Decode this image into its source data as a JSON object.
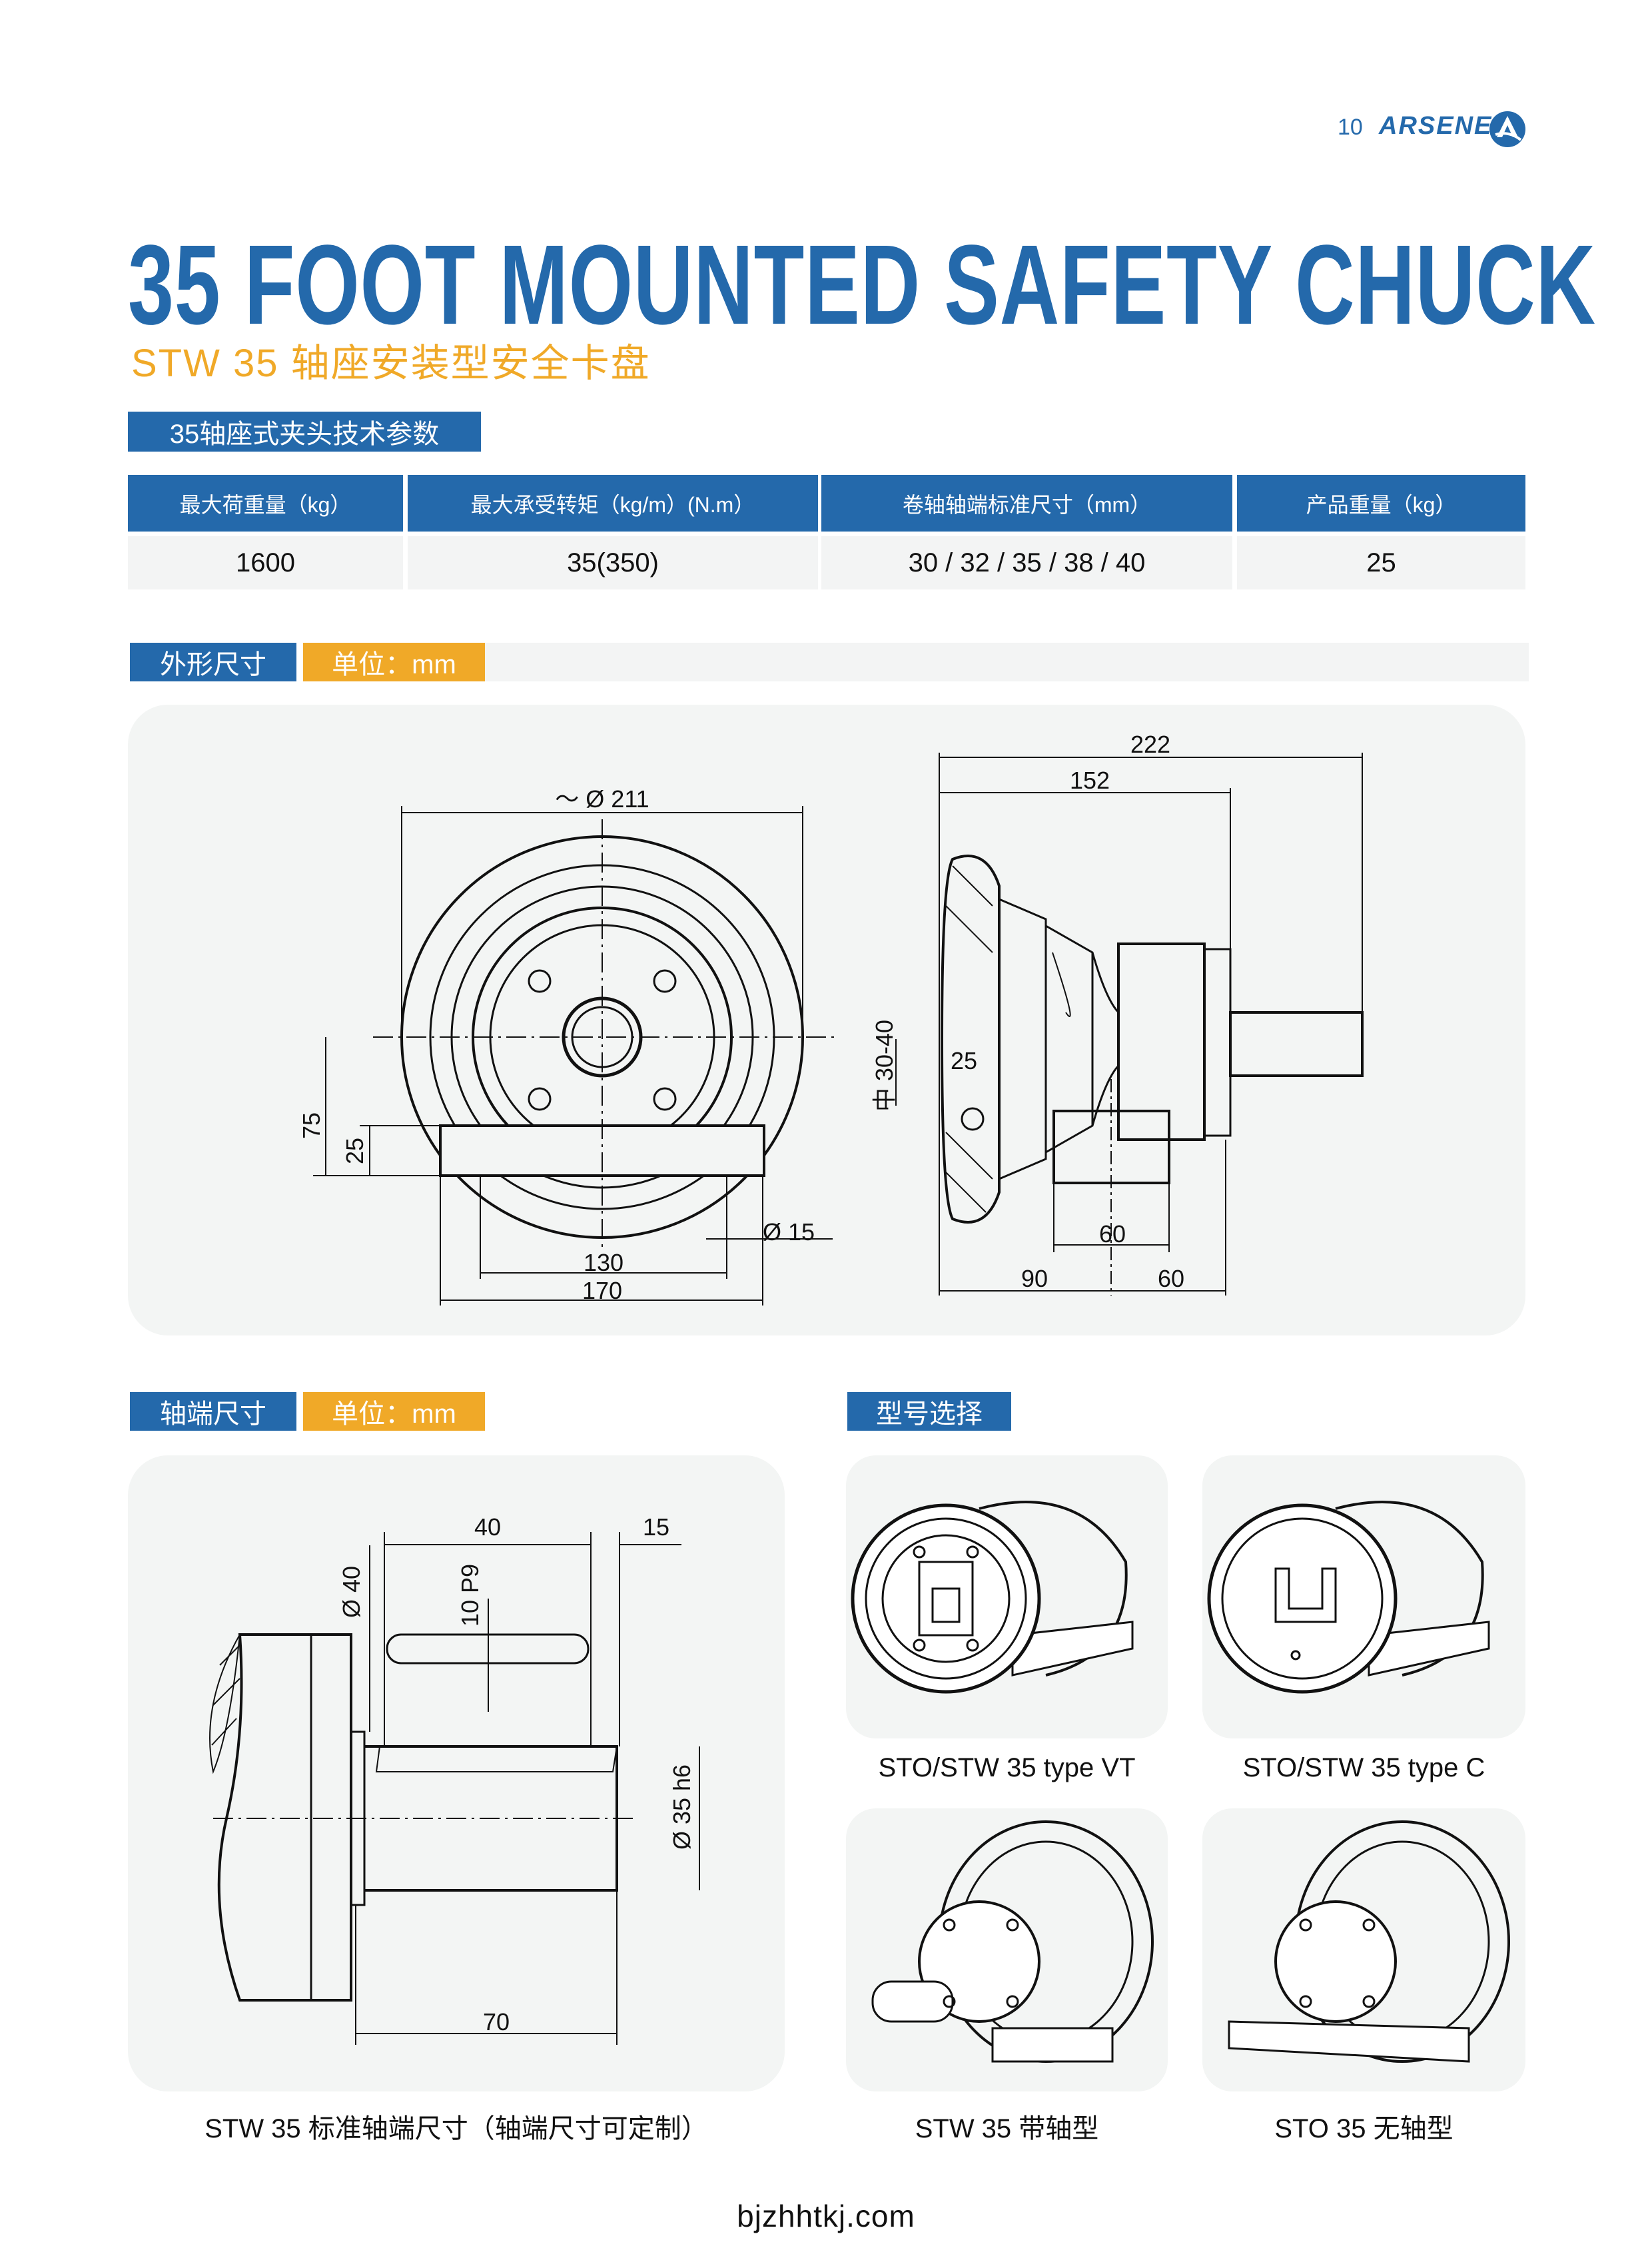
{
  "header": {
    "page_number": "10",
    "brand": "ARSENE"
  },
  "title": "35 FOOT MOUNTED SAFETY CHUCK",
  "subtitle": "STW 35 轴座安装型安全卡盘",
  "specs": {
    "section_label": "35轴座式夹头技术参数",
    "columns": [
      "最大荷重量（kg）",
      "最大承受转矩（kg/m）(N.m）",
      "卷轴轴端标准尺寸（mm）",
      "产品重量（kg）"
    ],
    "values": [
      "1600",
      "35(350)",
      "30 / 32 / 35 / 38 / 40",
      "25"
    ]
  },
  "dimensions": {
    "section_label": "外形尺寸",
    "unit_label": "单位：mm",
    "front": {
      "dia": "～ Ø 211",
      "h75": "75",
      "h25": "25",
      "hole": "Ø 15",
      "w130": "130",
      "w170": "170"
    },
    "side": {
      "l222": "222",
      "l152": "152",
      "bore": "中 30-40",
      "d25": "25",
      "f60": "60",
      "b90": "90",
      "b60": "60"
    }
  },
  "shaft": {
    "section_label": "轴端尺寸",
    "unit_label": "单位：mm",
    "l40": "40",
    "l15": "15",
    "d40": "Ø 40",
    "key": "10 P9",
    "d35": "Ø 35 h6",
    "l70": "70",
    "caption": "STW 35 标准轴端尺寸（轴端尺寸可定制）"
  },
  "models": {
    "section_label": "型号选择",
    "items": [
      {
        "label": "STO/STW 35 type VT"
      },
      {
        "label": "STO/STW 35 type C"
      },
      {
        "label": "STW 35 带轴型"
      },
      {
        "label": "STO 35 无轴型"
      }
    ]
  },
  "footer": "bjzhhtkj.com",
  "colors": {
    "brand_blue": "#2469ab",
    "accent_orange": "#f0a928",
    "panel_bg": "#f3f5f4"
  }
}
